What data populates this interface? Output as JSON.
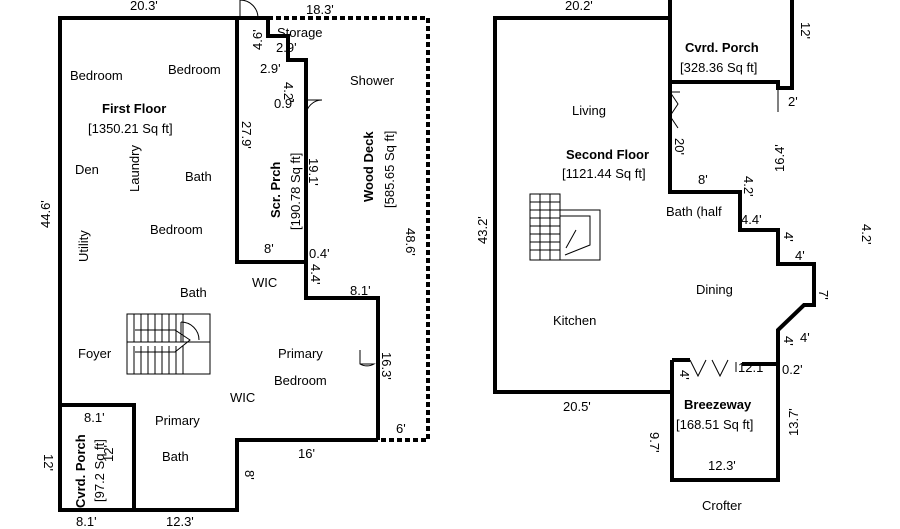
{
  "first_floor": {
    "title": "First Floor",
    "area": "[1350.21 Sq ft]",
    "rooms": {
      "bedroom_a": "Bedroom",
      "bedroom_b": "Bedroom",
      "bedroom_c": "Bedroom",
      "den": "Den",
      "laundry": "Laundry",
      "bath_a": "Bath",
      "bath_b": "Bath",
      "utility": "Utility",
      "foyer": "Foyer",
      "wic_a": "WIC",
      "wic_b": "WIC",
      "primary_bedroom_1": "Primary",
      "primary_bedroom_2": "Bedroom",
      "primary_bath_1": "Primary",
      "primary_bath_2": "Bath",
      "storage": "Storage",
      "shower": "Shower"
    },
    "screen_porch": {
      "title": "Scr. Prch",
      "area": "[190.78 Sq ft]"
    },
    "wood_deck": {
      "title": "Wood Deck",
      "area": "[585.65 Sq ft]"
    },
    "covered_porch": {
      "title": "Cvrd. Porch",
      "area": "[97.2 Sq ft]"
    },
    "dims": {
      "top_left": "20.3'",
      "top_right": "18.3'",
      "left": "44.6'",
      "storage_side": "4.6'",
      "storage_2_9a": "2.9'",
      "storage_2_9b": "2.9'",
      "storage_4_2": "4.2'",
      "d_0_9": "0.9'",
      "d_27_9": "27.9'",
      "d_19_1": "19.1'",
      "d_8": "8'",
      "d_0_4": "0.4'",
      "d_4_4": "4.4'",
      "d_8_1": "8.1'",
      "d_48_6": "48.6'",
      "d_16_3": "16.3'",
      "d_6": "6'",
      "d_16": "16'",
      "d_8b": "8'",
      "d_12_3": "12.3'",
      "d_8_1b": "8.1'",
      "d_8_1c": "8.1'",
      "d_12a": "12'",
      "d_12b": "12'"
    }
  },
  "second_floor": {
    "title": "Second Floor",
    "area": "[1121.44 Sq ft]",
    "rooms": {
      "living": "Living",
      "bath_half": "Bath (half",
      "dining": "Dining",
      "kitchen": "Kitchen"
    },
    "covered_porch": {
      "title": "Cvrd. Porch",
      "area": "[328.36 Sq ft]"
    },
    "breezeway": {
      "title": "Breezeway",
      "area": "[168.51 Sq ft]"
    },
    "dims": {
      "top": "20.2'",
      "porch_right": "12'",
      "d_2": "2'",
      "d_16_4": "16.4'",
      "d_20": "20'",
      "d_8": "8'",
      "d_4_2": "4.2'",
      "d_4_4": "4.4'",
      "d_4a": "4'",
      "d_4b": "4'",
      "d_4_2b": "4.2'",
      "d_7": "7'",
      "d_4c": "4'",
      "d_4d": "4'",
      "d_43_2": "43.2'",
      "d_20_5": "20.5'",
      "d_12_1": "12.1'",
      "d_0_2": "0.2'",
      "d_4e": "4'",
      "d_13_7": "13.7'",
      "d_9_7": "9.7'",
      "d_12_3": "12.3'"
    }
  },
  "caption": "Crofter"
}
